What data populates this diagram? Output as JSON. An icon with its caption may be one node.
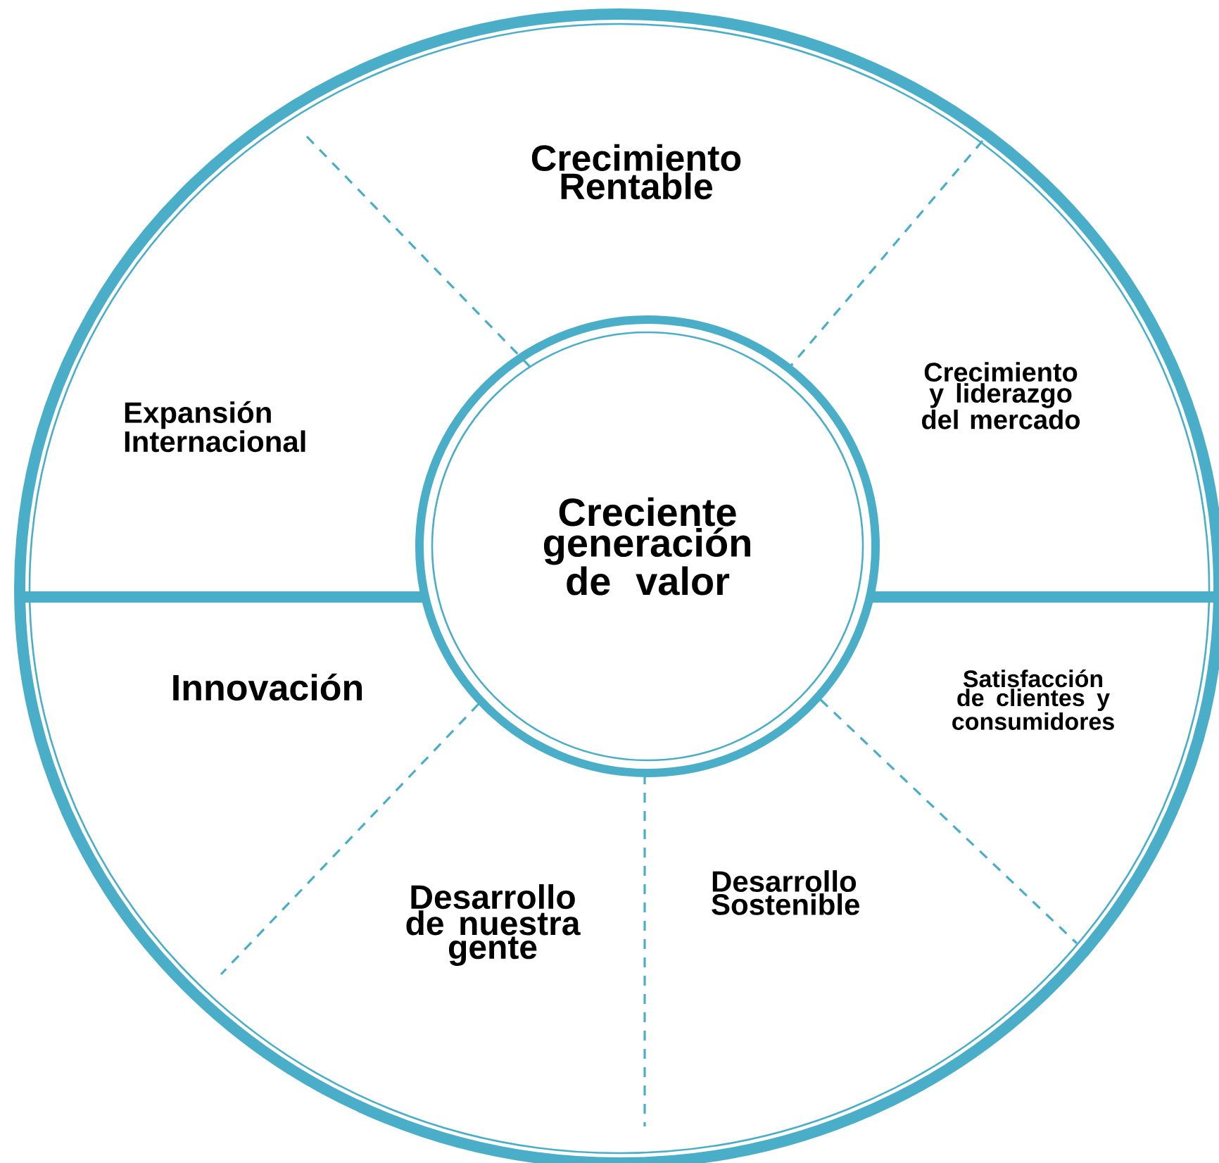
{
  "diagram": {
    "nodes": [
      {
        "text": [],
        "shape": "circle"
      },
      {
        "text": [
          "Creciente generación de valor"
        ],
        "in": 0
      }
    ],
    "labels": [
      "Crecimiento Rentable",
      "Expansión Internacional",
      "Crecimiento y liderazgo del mercado",
      "Innovación",
      "Satisfacción de clientes y consumidores",
      "Desarrollo de nuestra gente",
      "Desarrollo Sostenible"
    ]
  }
}
